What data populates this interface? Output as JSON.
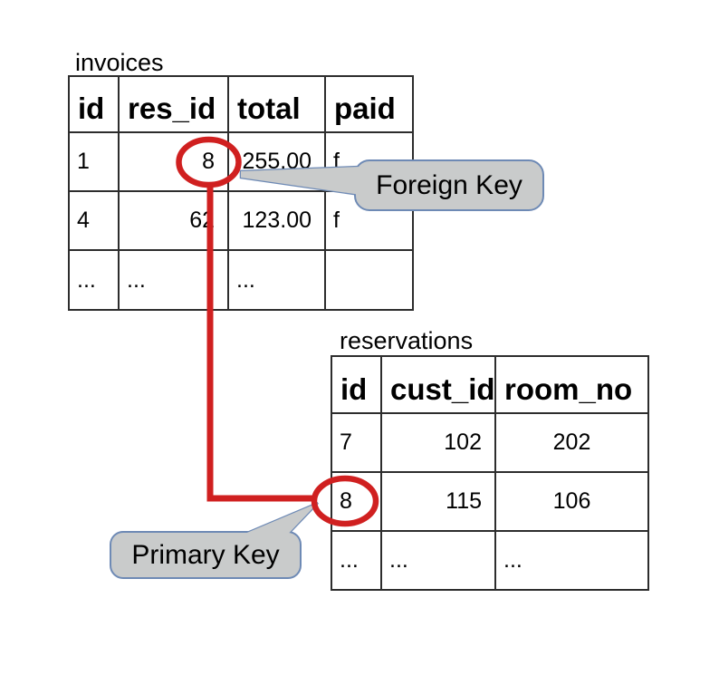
{
  "colors": {
    "accent_red": "#d02020",
    "callout_fill": "#c9cbcb",
    "callout_border": "#6e8ab5",
    "table_border": "#2d2d2d",
    "text": "#000000",
    "background": "#ffffff"
  },
  "tables": [
    {
      "title": "invoices",
      "columns": [
        "id",
        "res_id",
        "total",
        "paid"
      ],
      "rows": [
        [
          "1",
          "8",
          "255.00",
          "f"
        ],
        [
          "4",
          "62",
          "123.00",
          "f"
        ],
        [
          "...",
          "...",
          "...",
          ""
        ]
      ],
      "highlighted_value": "8",
      "highlighted_column": "res_id"
    },
    {
      "title": "reservations",
      "columns": [
        "id",
        "cust_id",
        "room_no"
      ],
      "rows": [
        [
          "7",
          "102",
          "202"
        ],
        [
          "8",
          "115",
          "106"
        ],
        [
          "...",
          "...",
          "..."
        ]
      ],
      "highlighted_value": "8",
      "highlighted_column": "id"
    }
  ],
  "callouts": [
    {
      "label": "Foreign Key"
    },
    {
      "label": "Primary Key"
    }
  ]
}
